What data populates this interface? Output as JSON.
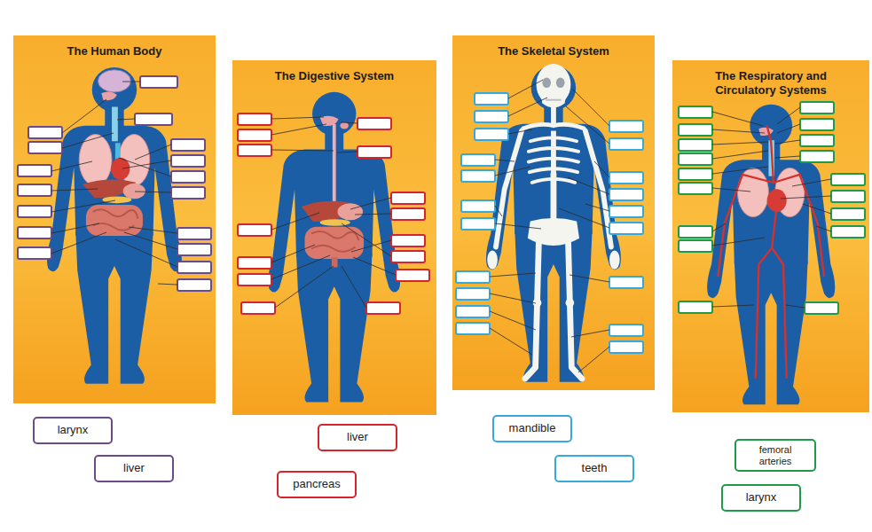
{
  "diagram": {
    "nodes": [
      {
        "text": [
          "The Human Body"
        ]
      },
      {
        "text": [
          "The Digestive System"
        ]
      },
      {
        "text": [
          "The Skeletal System"
        ]
      },
      {
        "text": [
          "The Respiratory and Circulatory Systems"
        ]
      },
      {
        "text": [
          "larynx"
        ]
      },
      {
        "text": [
          "liver"
        ]
      },
      {
        "text": [
          "liver"
        ]
      },
      {
        "text": [
          "pancreas"
        ]
      },
      {
        "text": [
          "mandible"
        ]
      },
      {
        "text": [
          "teeth"
        ]
      },
      {
        "text": [
          "femoral arteries"
        ]
      },
      {
        "text": [
          "larynx"
        ]
      }
    ]
  }
}
